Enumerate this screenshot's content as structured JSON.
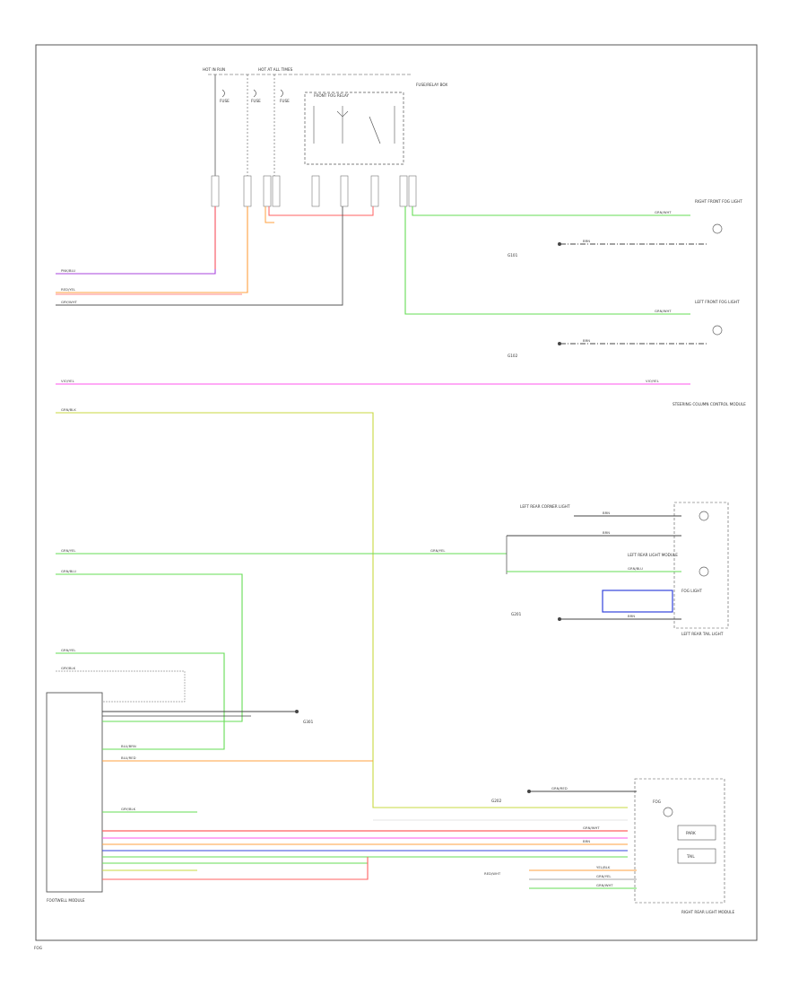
{
  "colors": {
    "frame": "#555555",
    "red": "#ff6060",
    "orange": "#ffa040",
    "green": "#66dd55",
    "yellow_green": "#c8d840",
    "magenta": "#ff55ee",
    "purple": "#aa44dd",
    "blue": "#3344dd",
    "dark": "#444444",
    "gray": "#999999"
  },
  "labels": {
    "hot_run": "HOT IN RUN",
    "hot_all": "HOT AT ALL TIMES",
    "fuse_1": "FUSE",
    "fuse_2": "FUSE",
    "fuse_3": "FUSE",
    "fuse_relay_box": "FUSE/RELAY BOX",
    "front_fog_relay": "FRONT FOG RELAY",
    "rf_fog": "RIGHT FRONT FOG LIGHT",
    "ground_rf": "G101",
    "lf_fog": "LEFT FRONT FOG LIGHT",
    "ground_lf": "G102",
    "steering_column": "STEERING COLUMN CONTROL MODULE",
    "lr_corner": "LEFT REAR CORNER LIGHT",
    "lr_light_module": "LEFT REAR LIGHT MODULE",
    "fog_light_r": "FOG LIGHT",
    "lr_tail": "LEFT REAR TAIL LIGHT",
    "lr_ground": "G201",
    "ground_cm": "G301",
    "cm_name": "FOOTWELL MODULE",
    "rr_ground": "G202",
    "rr_light": "RIGHT REAR LIGHT MODULE",
    "rr_fog": "FOG",
    "rr_park": "PARK",
    "rr_tail": "TAIL",
    "page_ref": "FOG"
  },
  "wires": {
    "w1": "PNK/BLU",
    "w2": "RED/YEL",
    "w3": "GRY/WHT",
    "w4": "GRN/WHT",
    "w5": "BRN",
    "w6": "VIO/YEL",
    "w7": "GRN/WHT",
    "w8": "BRN",
    "w9": "VIO/YEL",
    "w10": "GRN/BLK",
    "w11": "GRN/YEL",
    "w12": "GRN/BLU",
    "w13": "GRN/YEL",
    "w14": "GRY/BLK",
    "w15": "BRN",
    "w16": "GRN/YEL",
    "w17": "BLU/RED",
    "w18": "BLU/BRN",
    "w19": "GRY/BLK",
    "w20": "BRN",
    "w21": "GRN/BLU",
    "w22": "GRN/WHT",
    "w23": "BRN",
    "w24": "GRN/YEL",
    "w25": "GRN/WHT",
    "w26": "YEL/BLK",
    "w27": "RED/WHT",
    "w28": "GRN/RED",
    "w29": "BRN"
  }
}
